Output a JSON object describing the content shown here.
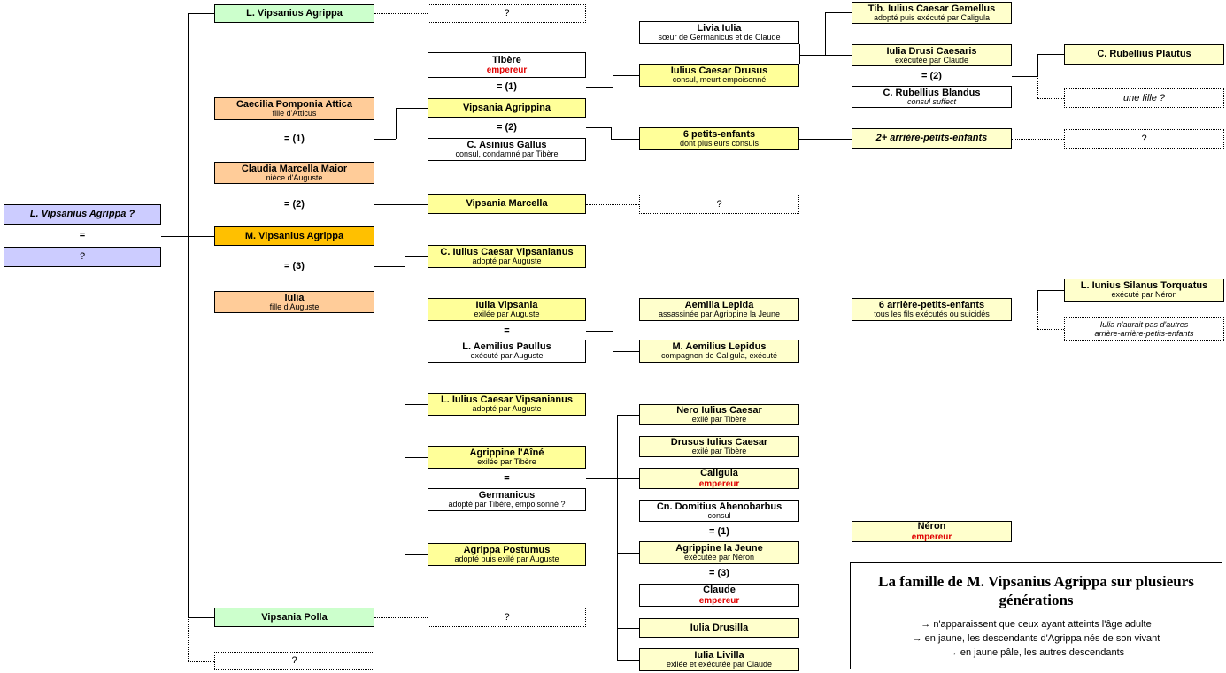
{
  "diagram": {
    "colors": {
      "yellow": "#ffff99",
      "pale": "#ffffcc",
      "green": "#ccffcc",
      "peach": "#ffcc99",
      "gold": "#ffc000",
      "lavender": "#ccccff",
      "emperor": "#e00000"
    },
    "nodes": [
      {
        "id": "sr",
        "cls": "lavender italic",
        "line1": "L. Vipsanius Agrippa ?"
      },
      {
        "id": "srw",
        "cls": "lavender plain",
        "line1": "?"
      },
      {
        "id": "lva",
        "cls": "green",
        "line1": "L. Vipsanius Agrippa"
      },
      {
        "id": "q-lva",
        "cls": "dotted plain",
        "line1": "?"
      },
      {
        "id": "caecilia",
        "cls": "peach",
        "line1": "Caecilia Pomponia Attica",
        "line2": "fille d'Atticus"
      },
      {
        "id": "marcella-maior",
        "cls": "peach",
        "line1": "Claudia Marcella Maior",
        "line2": "nièce d'Auguste"
      },
      {
        "id": "mva",
        "cls": "gold",
        "line1": "M. Vipsanius Agrippa"
      },
      {
        "id": "iulia",
        "cls": "peach",
        "line1": "Iulia",
        "line2": "fille d'Auguste"
      },
      {
        "id": "polla",
        "cls": "green",
        "line1": "Vipsania Polla"
      },
      {
        "id": "q-bottom",
        "cls": "dotted plain",
        "line1": "?"
      },
      {
        "id": "tibere",
        "cls": "red2",
        "line1": "Tibère",
        "line2": "empereur"
      },
      {
        "id": "vipsania-agrippina",
        "cls": "yellow",
        "line1": "Vipsania Agrippina"
      },
      {
        "id": "gallus",
        "cls": "",
        "line1": "C. Asinius Gallus",
        "line2": "consul, condamné par Tibère"
      },
      {
        "id": "vipsania-marcella",
        "cls": "yellow",
        "line1": "Vipsania Marcella"
      },
      {
        "id": "c-iulius",
        "cls": "yellow",
        "line1": "C. Iulius Caesar Vipsanianus",
        "line2": "adopté par Auguste"
      },
      {
        "id": "iulia-vipsania",
        "cls": "yellow",
        "line1": "Iulia Vipsania",
        "line2": "exilée par Auguste"
      },
      {
        "id": "paullus",
        "cls": "",
        "line1": "L. Aemilius Paullus",
        "line2": "exécuté par Auguste"
      },
      {
        "id": "l-iulius",
        "cls": "yellow",
        "line1": "L. Iulius Caesar Vipsanianus",
        "line2": "adopté par Auguste"
      },
      {
        "id": "agrippine-ainee",
        "cls": "yellow",
        "line1": "Agrippine l'Aîné",
        "line2": "exilée par Tibère"
      },
      {
        "id": "germanicus",
        "cls": "",
        "line1": "Germanicus",
        "line2": "adopté par Tibère, empoisonné ?"
      },
      {
        "id": "postumus",
        "cls": "yellow",
        "line1": "Agrippa Postumus",
        "line2": "adopté puis exilé par Auguste"
      },
      {
        "id": "q-polla",
        "cls": "dotted plain",
        "line1": "?"
      },
      {
        "id": "livia-iulia",
        "cls": "",
        "line1": "Livia Iulia",
        "line2": "sœur de Germanicus et de Claude"
      },
      {
        "id": "drusus-ic",
        "cls": "yellow",
        "line1": "Iulius Caesar Drusus",
        "line2": "consul, meurt empoisonné"
      },
      {
        "id": "six-pe",
        "cls": "yellow",
        "line1": "6 petits-enfants",
        "line2": "dont plusieurs consuls"
      },
      {
        "id": "q-marcella",
        "cls": "dotted plain",
        "line1": "?"
      },
      {
        "id": "aemilia",
        "cls": "pale",
        "line1": "Aemilia Lepida",
        "line2": "assassinée par Agrippine la Jeune"
      },
      {
        "id": "m-lepidus",
        "cls": "pale",
        "line1": "M. Aemilius Lepidus",
        "line2": "compagnon de Caligula, exécuté"
      },
      {
        "id": "nero-ic",
        "cls": "pale",
        "line1": "Nero Iulius Caesar",
        "line2": "exilé par Tibère"
      },
      {
        "id": "drusus2-ic",
        "cls": "pale",
        "line1": "Drusus Iulius Caesar",
        "line2": "exilé par Tibère"
      },
      {
        "id": "caligula",
        "cls": "pale red2",
        "line1": "Caligula",
        "line2": "empereur"
      },
      {
        "id": "ahenobarbus",
        "cls": "",
        "line1": "Cn. Domitius Ahenobarbus",
        "line2": "consul"
      },
      {
        "id": "agrippine-jeune",
        "cls": "pale",
        "line1": "Agrippine la Jeune",
        "line2": "exécutée par Néron"
      },
      {
        "id": "claude",
        "cls": "red2",
        "line1": "Claude",
        "line2": "empereur"
      },
      {
        "id": "drusilla",
        "cls": "pale",
        "line1": "Iulia Drusilla"
      },
      {
        "id": "livilla",
        "cls": "pale",
        "line1": "Iulia Livilla",
        "line2": "exilée et exécutée par Claude"
      },
      {
        "id": "gemellus",
        "cls": "pale",
        "line1": "Tib. Iulius Caesar Gemellus",
        "line2": "adopté puis exécuté par Caligula"
      },
      {
        "id": "iulia-drusi",
        "cls": "pale",
        "line1": "Iulia Drusi Caesaris",
        "line2": "exécutée par Claude"
      },
      {
        "id": "blandus",
        "cls": "sub-italic",
        "line1": "C. Rubellius Blandus",
        "line2": "consul suffect"
      },
      {
        "id": "2plus",
        "cls": "pale italic",
        "line1": "2+ arrière-petits-enfants"
      },
      {
        "id": "six-ape",
        "cls": "pale",
        "line1": "6 arrière-petits-enfants",
        "line2": "tous les fils exécutés ou suicidés"
      },
      {
        "id": "neron",
        "cls": "pale red2",
        "line1": "Néron",
        "line2": "empereur"
      },
      {
        "id": "plautus",
        "cls": "pale",
        "line1": "C. Rubellius Plautus"
      },
      {
        "id": "une-fille",
        "cls": "dotted italic plain",
        "line1": "une fille ?"
      },
      {
        "id": "q-ape",
        "cls": "dotted plain",
        "line1": "?"
      },
      {
        "id": "silanus",
        "cls": "pale",
        "line1": "L. Iunius Silanus Torquatus",
        "line2": "exécuté par Néron"
      },
      {
        "id": "note",
        "cls": "dotted note",
        "line1": "Iulia n'aurait pas d'autres",
        "line2": "arrière-arrière-petits-enfants"
      }
    ],
    "labels": [
      {
        "id": "eq0",
        "text": "="
      },
      {
        "id": "c2m1",
        "text": "= (1)"
      },
      {
        "id": "c2m2",
        "text": "= (2)"
      },
      {
        "id": "c2m3",
        "text": "= (3)"
      },
      {
        "id": "c3m1",
        "text": "= (1)"
      },
      {
        "id": "c3m2",
        "text": "= (2)"
      },
      {
        "id": "c3eq1",
        "text": "="
      },
      {
        "id": "c3eq2",
        "text": "="
      },
      {
        "id": "c4m1",
        "text": "= (1)"
      },
      {
        "id": "c4m3",
        "text": "= (3)"
      },
      {
        "id": "c5m2",
        "text": "= (2)"
      }
    ],
    "legend": {
      "title": "La famille de M. Vipsanius Agrippa sur plusieurs générations",
      "items": [
        "→ n'apparaissent que ceux ayant atteints l'âge adulte",
        "→ en jaune, les descendants d'Agrippa nés de son vivant",
        "→ en jaune pâle, les autres descendants"
      ]
    }
  }
}
